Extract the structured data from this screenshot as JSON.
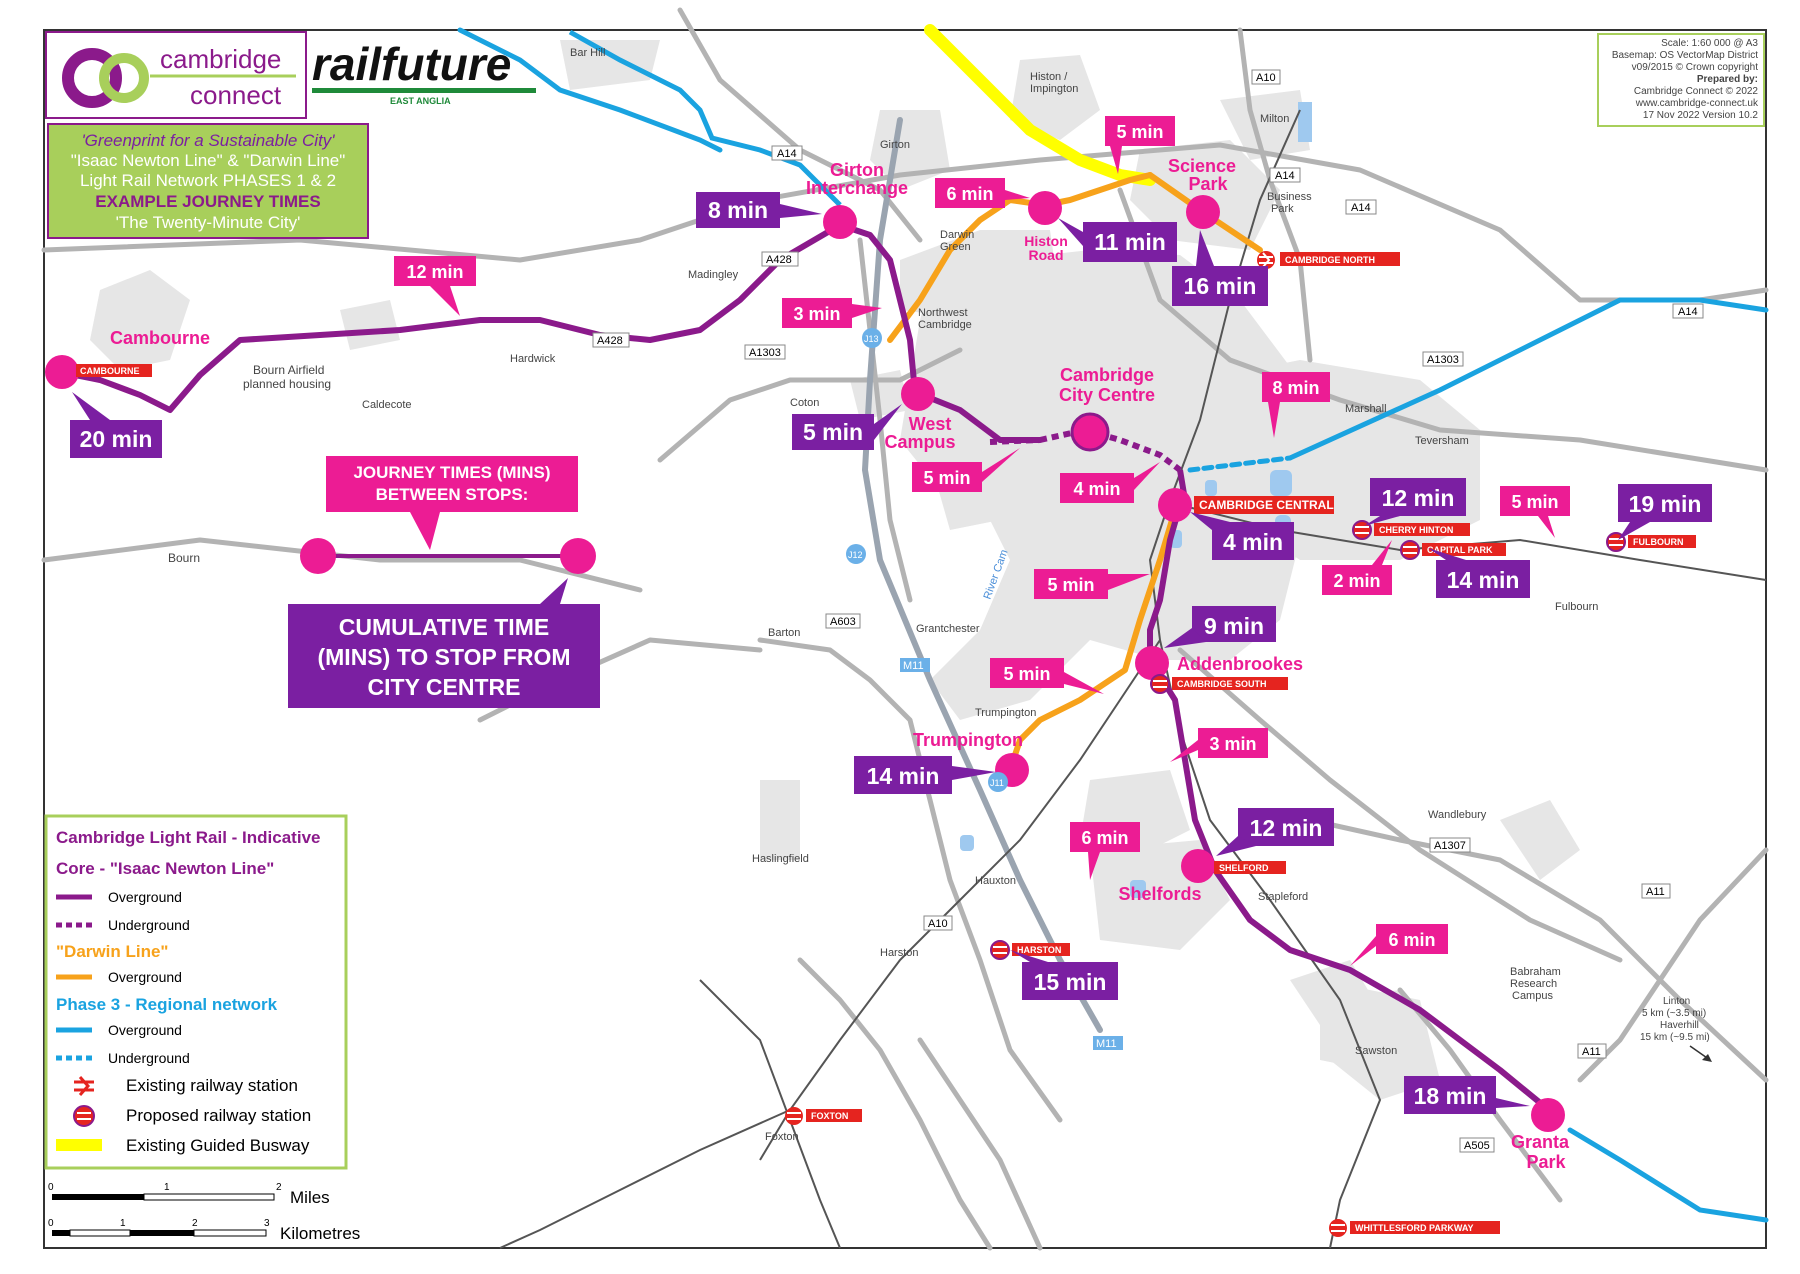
{
  "colors": {
    "purple": "#8b1a8b",
    "orange": "#f7a21b",
    "blue": "#1aa3e0",
    "yellow": "#ffff00",
    "magenta": "#ec1c94",
    "label_purple": "#7b1fa2",
    "label_pink": "#ec1c94",
    "rail_red": "#e5241f",
    "panel_green": "#a8cf5b"
  },
  "logos": {
    "cambridge_connect_1": "cambridge",
    "cambridge_connect_2": "connect",
    "railfuture": "railfuture",
    "railfuture_sub": "EAST ANGLIA"
  },
  "title_box": {
    "line1": "'Greenprint for a Sustainable City'",
    "line2": "\"Isaac Newton Line\" & \"Darwin Line\"",
    "line3": "Light Rail Network PHASES 1 & 2",
    "line4": "EXAMPLE JOURNEY TIMES",
    "line5": "'The Twenty-Minute City'"
  },
  "info_box": {
    "line1": "Scale:  1:60 000 @ A3",
    "line2": "Basemap: OS VectorMap District",
    "line3": "v09/2015 © Crown copyright",
    "line4": "Prepared by:",
    "line5": "Cambridge Connect © 2022",
    "line6": "www.cambridge-connect.uk",
    "line7": "17 Nov 2022 Version 10.2"
  },
  "explainer": {
    "segment_label_1": "JOURNEY TIMES (MINS)",
    "segment_label_2": "BETWEEN STOPS:",
    "cumulative_1": "CUMULATIVE TIME",
    "cumulative_2": "(MINS) TO STOP FROM",
    "cumulative_3": "CITY CENTRE"
  },
  "legend": {
    "title": "Cambridge Light Rail - Indicative",
    "core": "Core - \"Isaac Newton Line\"",
    "overground": "Overground",
    "underground": "Underground",
    "darwin": "\"Darwin Line\"",
    "darwin_overground": "Overground",
    "phase3": "Phase 3 - Regional network",
    "phase3_overground": "Overground",
    "phase3_underground": "Underground",
    "existing_station": "Existing railway station",
    "proposed_station": "Proposed railway station",
    "busway": "Existing Guided Busway"
  },
  "scale_bar": {
    "miles_label": "Miles",
    "km_label": "Kilometres",
    "miles_ticks": [
      "0",
      "1",
      "2"
    ],
    "km_ticks": [
      "0",
      "1",
      "2",
      "3"
    ]
  },
  "stops": {
    "cambourne": "Cambourne",
    "girton_1": "Girton",
    "girton_2": "Interchange",
    "west_1": "West",
    "west_2": "Campus",
    "city_1": "Cambridge",
    "city_2": "City Centre",
    "histon_1": "Histon",
    "histon_2": "Road",
    "science_1": "Science",
    "science_2": "Park",
    "addenbrookes": "Addenbrookes",
    "trumpington": "Trumpington",
    "shelfords": "Shelfords",
    "granta_1": "Granta",
    "granta_2": "Park"
  },
  "segment_times": {
    "cambourne_girton": "12 min",
    "girton_west": "3 min",
    "west_city": "5 min",
    "city_central": "4 min",
    "central_addenbrookes": "5 min",
    "addenbrookes_trumpington": "5 min",
    "addenbrookes_shelfords": "3 min",
    "shelfords_granta": "6 min",
    "girton_histon": "6 min",
    "histon_science": "5 min",
    "central_marshall": "8 min",
    "central_cherry": "2 min",
    "cherry_fulbourn": "5 min",
    "shelford_harston": "6 min"
  },
  "cumulative_times": {
    "cambourne": "20 min",
    "girton": "8 min",
    "west": "5 min",
    "histon": "11 min",
    "science": "16 min",
    "central": "4 min",
    "cherry": "12 min",
    "capital": "14 min",
    "fulbourn": "19 min",
    "addenbrookes": "9 min",
    "trumpington": "14 min",
    "shelfords": "12 min",
    "harston": "15 min",
    "granta": "18 min"
  },
  "stations": {
    "cambourne": "CAMBOURNE",
    "cambridge_north": "CAMBRIDGE NORTH",
    "cambridge_central": "CAMBRIDGE CENTRAL",
    "cherry_hinton": "CHERRY HINTON",
    "capital_park": "CAPITAL PARK",
    "fulbourn": "FULBOURN",
    "cambridge_south": "CAMBRIDGE SOUTH",
    "shelford": "SHELFORD",
    "harston": "HARSTON",
    "foxton": "FOXTON",
    "whittlesford": "WHITTLESFORD PARKWAY"
  },
  "roads": {
    "a14_w": "A14",
    "a14_m": "A14",
    "a14_ne": "A14",
    "a14_e": "A14",
    "a10_n": "A10",
    "a10_s": "A10",
    "a428_1": "A428",
    "a428_2": "A428",
    "a1303_w": "A1303",
    "a1303_e": "A1303",
    "a603": "A603",
    "a1307": "A1307",
    "a505": "A505",
    "a11_1": "A11",
    "a11_2": "A11",
    "m11_1": "M11",
    "m11_2": "M11",
    "j13": "J13",
    "j12": "J12",
    "j11": "J11"
  },
  "places": {
    "bar_hill": "Bar Hill",
    "histon_impington_1": "Histon /",
    "histon_impington_2": "Impington",
    "milton": "Milton",
    "girton": "Girton",
    "business_park_1": "Business",
    "business_park_2": "Park",
    "darwin_green_1": "Darwin",
    "darwin_green_2": "Green",
    "madingley": "Madingley",
    "nw_cambridge_1": "Northwest",
    "nw_cambridge_2": "Cambridge",
    "bourn_airfield_1": "Bourn Airfield",
    "bourn_airfield_2": "planned housing",
    "hardwick": "Hardwick",
    "caldecote": "Caldecote",
    "coton": "Coton",
    "marshall": "Marshall",
    "teversham": "Teversham",
    "bourn": "Bourn",
    "barton": "Barton",
    "grantchester": "Grantchester",
    "river_cam": "River Cam",
    "trumpington_v": "Trumpington",
    "fulbourn": "Fulbourn",
    "wandlebury": "Wandlebury",
    "haslingfield": "Haslingfield",
    "hauxton": "Hauxton",
    "stapleford": "Stapleford",
    "harston": "Harston",
    "babraham_1": "Babraham",
    "babraham_2": "Research",
    "babraham_3": "Campus",
    "sawston": "Sawston",
    "foxton": "Foxton",
    "linton_1": "Linton",
    "linton_2": "5 km (~3.5 mi)",
    "linton_3": "Haverhill",
    "linton_4": "15 km (~9.5 mi)"
  }
}
